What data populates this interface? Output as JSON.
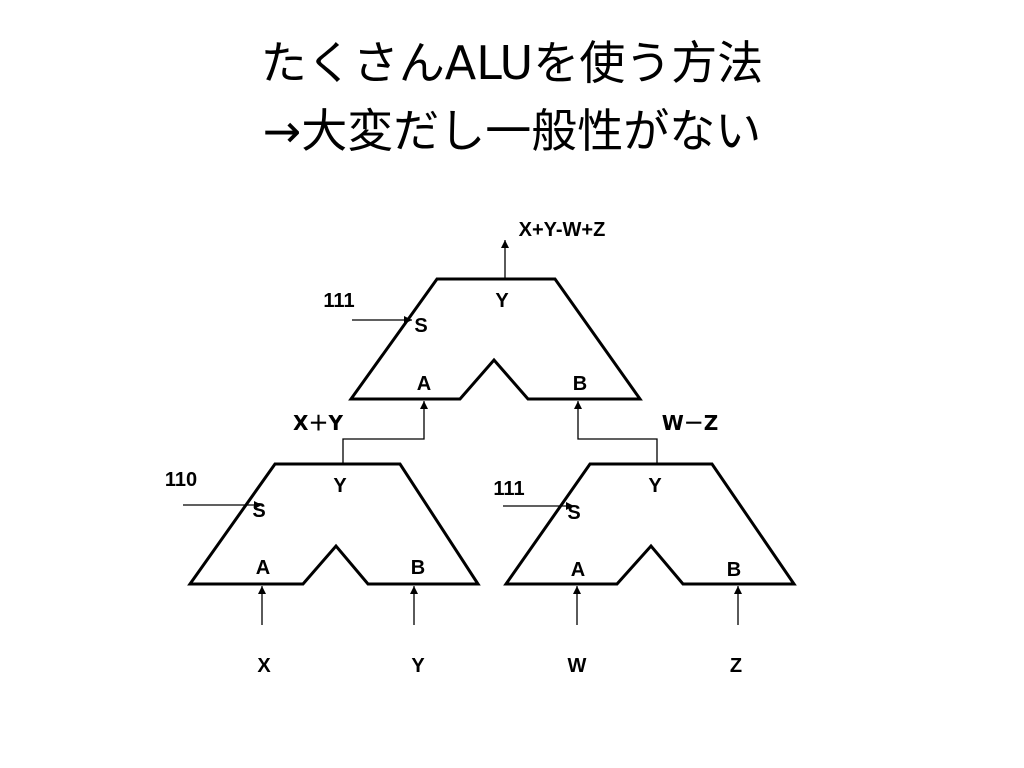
{
  "title": {
    "line1": "たくさんALUを使う方法",
    "line2": "→大変だし一般性がない"
  },
  "diagram": {
    "output_label": "X+Y-W+Z",
    "top_alu": {
      "select": "111",
      "port_s": "S",
      "port_y": "Y",
      "port_a": "A",
      "port_b": "B"
    },
    "left_alu": {
      "select": "110",
      "port_s": "S",
      "port_y": "Y",
      "port_a": "A",
      "port_b": "B"
    },
    "right_alu": {
      "select": "111",
      "port_s": "S",
      "port_y": "Y",
      "port_a": "A",
      "port_b": "B"
    },
    "left_result": "X＋Y",
    "right_result": "W－Z",
    "inputs": [
      "X",
      "Y",
      "W",
      "Z"
    ]
  }
}
